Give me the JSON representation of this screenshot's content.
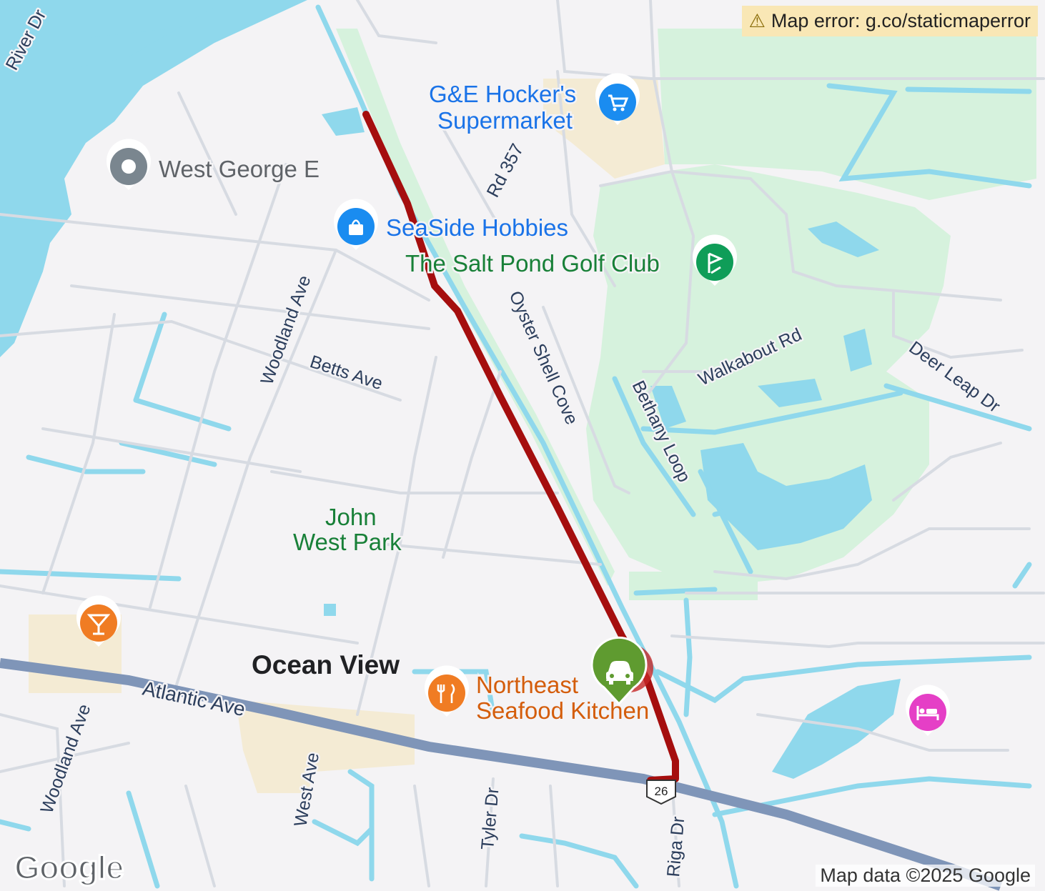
{
  "banner": {
    "icon": "warning-icon",
    "text": "Map error: g.co/staticmaperror"
  },
  "attribution": "Map data ©2025 Google",
  "logo": "Google",
  "colors": {
    "land": "#f4f3f5",
    "water": "#8fd8ec",
    "park": "#d6f2dd",
    "route": "#a50e0e",
    "highway": "#7f95b8",
    "road": "#d7dbe2",
    "commercial": "#f4ebd4"
  },
  "streets": {
    "river_dr": "River Dr",
    "woodland_ave_north": "Woodland Ave",
    "woodland_ave_south": "Woodland Ave",
    "betts_ave": "Betts Ave",
    "rd_357": "Rd 357",
    "oyster_shell_cove": "Oyster Shell Cove",
    "bethany_loop": "Bethany Loop",
    "walkabout_rd": "Walkabout Rd",
    "deer_leap_dr": "Deer Leap Dr",
    "atlantic_ave": "Atlantic Ave",
    "west_ave": "West Ave",
    "tyler_dr": "Tyler Dr",
    "riga_dr": "Riga Dr",
    "route_shield": "26"
  },
  "places": {
    "supermarket_line1": "G&E Hocker's",
    "supermarket_line2": "Supermarket",
    "hobbies": "SeaSide Hobbies",
    "golf": "The Salt Pond Golf Club",
    "west_george": "West George E",
    "park_line1": "John",
    "park_line2": "West Park",
    "town": "Ocean View",
    "seafood_line1": "Northeast",
    "seafood_line2": "Seafood Kitchen"
  },
  "markers": {
    "supermarket": "cart-icon",
    "hobbies": "shopping-bag-icon",
    "golf": "golf-icon",
    "west_george": "place-icon",
    "bar": "cocktail-icon",
    "restaurant": "restaurant-icon",
    "hotel": "bed-icon",
    "car": "car-icon"
  }
}
